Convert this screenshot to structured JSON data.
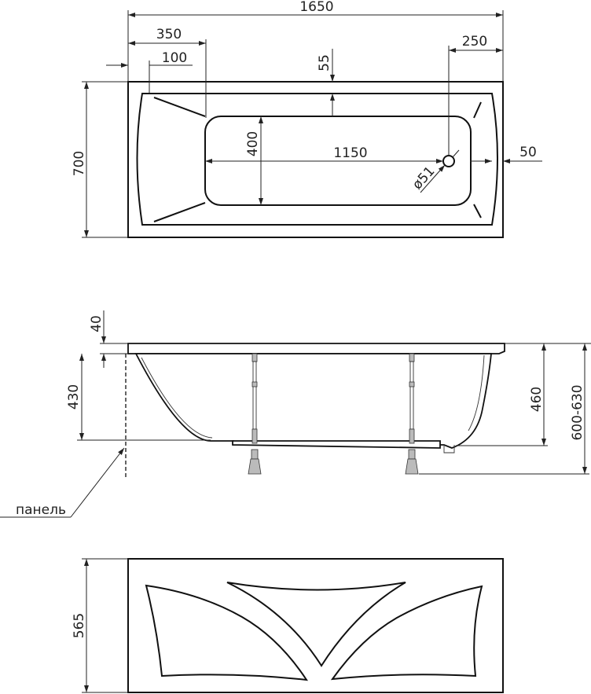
{
  "top_view": {
    "length": "1650",
    "rim_offset": "350",
    "end_offset": "100",
    "rim_width_top": "55",
    "drain_offset": "250",
    "width": "700",
    "bottom_width": "400",
    "bottom_length": "1150",
    "drain_diameter": "ø51",
    "side_rim": "50"
  },
  "side_view": {
    "rim_thickness": "40",
    "panel_height": "430",
    "tub_depth": "460",
    "overall_height": "600-630",
    "panel_label": "панель"
  },
  "front_panel": {
    "height": "565"
  }
}
